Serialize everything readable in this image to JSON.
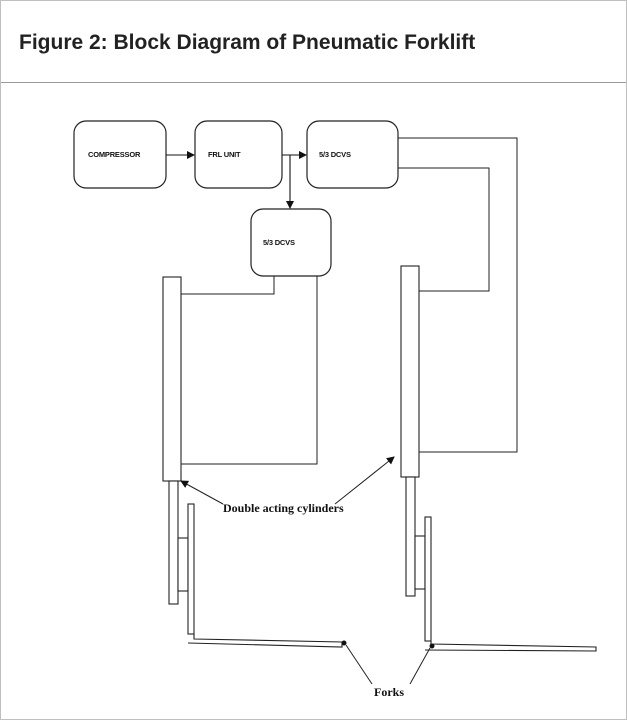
{
  "figure": {
    "title": "Figure 2: Block Diagram of Pneumatic Forklift"
  },
  "diagram": {
    "blocks": {
      "compressor": "COMPRESSOR",
      "frl_unit": "FRL UNIT",
      "valve_right": "5/3 DCVS",
      "valve_center": "5/3 DCVS"
    },
    "callouts": {
      "cylinders": "Double acting cylinders",
      "forks": "Forks"
    }
  }
}
